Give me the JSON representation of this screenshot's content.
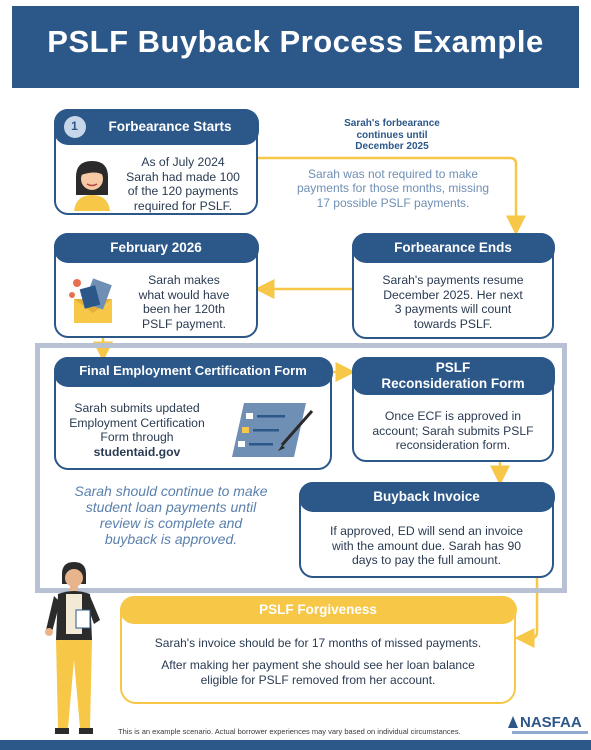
{
  "title": "PSLF Buyback Process Example",
  "colors": {
    "navy": "#2c5789",
    "gold": "#f7c748",
    "frame": "#b8c0d4",
    "muted": "#6f8fb5"
  },
  "step1": {
    "number": "1",
    "heading": "Forbearance Starts",
    "body": "As of July 2024\nSarah had made 100\nof the 120 payments\nrequired for PSLF.",
    "icon": "woman-avatar-icon"
  },
  "note_forbearance": "Sarah's forbearance\ncontinues until\nDecember 2025",
  "note_missed": "Sarah was not required to make\npayments for those months, missing\n17 possible PSLF payments.",
  "forbearance_ends": {
    "heading": "Forbearance Ends",
    "body": "Sarah's payments resume\nDecember 2025. Her next\n3 payments will count\ntowards PSLF."
  },
  "february": {
    "heading": "February 2026",
    "body": "Sarah makes\nwhat would have\nbeen her 120th\nPSLF payment.",
    "icon": "envelope-icon"
  },
  "ecf": {
    "heading": "Final Employment Certification Form",
    "body": "Sarah submits updated\nEmployment Certification\nForm through",
    "link": "studentaid.gov",
    "icon": "checklist-form-icon"
  },
  "recon": {
    "heading_line1": "PSLF",
    "heading_line2": "Reconsideration Form",
    "body": "Once ECF is approved in\naccount; Sarah submits PSLF\nreconsideration form."
  },
  "note_continue": "Sarah should continue to make\nstudent loan payments until\nreview is complete and\nbuyback is approved.",
  "invoice": {
    "heading": "Buyback Invoice",
    "body": "If approved, ED will send an invoice\nwith the amount due. Sarah has 90\ndays to pay the full amount."
  },
  "forgiveness": {
    "heading": "PSLF Forgiveness",
    "line1": "Sarah's invoice should be for 17 months of missed payments.",
    "line2": "After making her payment she should see her loan balance\neligible for PSLF removed from her account.",
    "icon": "standing-woman-icon"
  },
  "footer": "This is an example scenario. Actual borrower experiences may vary based on individual circumstances.",
  "logo": "NASFAA"
}
